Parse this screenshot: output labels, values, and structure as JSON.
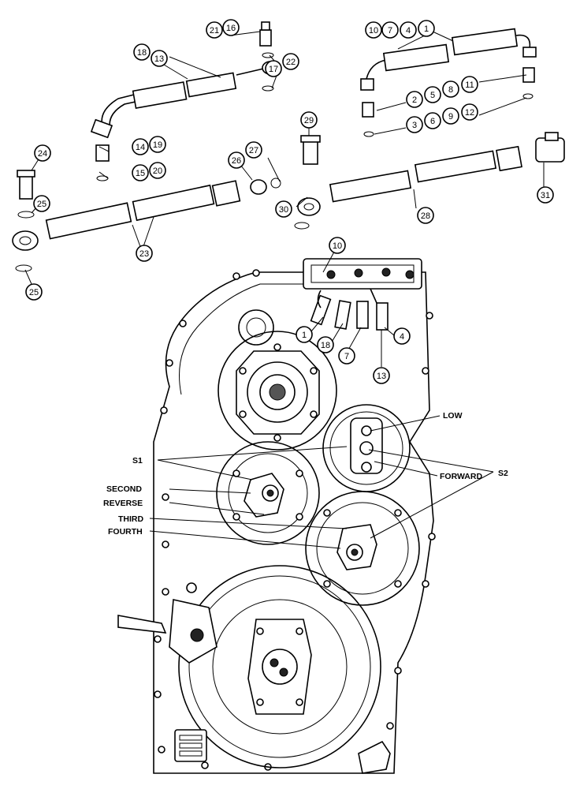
{
  "callouts": {
    "c21": "21",
    "c16": "16",
    "c18": "18",
    "c13": "13",
    "c17": "17",
    "c22": "22",
    "c10": "10",
    "c7": "7",
    "c4": "4",
    "c1": "1",
    "c2": "2",
    "c5": "5",
    "c8": "8",
    "c11": "11",
    "c3": "3",
    "c6": "6",
    "c9": "9",
    "c12": "12",
    "c29": "29",
    "c24": "24",
    "c14": "14",
    "c19": "19",
    "c15": "15",
    "c20": "20",
    "c26": "26",
    "c27": "27",
    "c31": "31",
    "c25a": "25",
    "c30": "30",
    "c28": "28",
    "c23": "23",
    "c25b": "25",
    "v10": "10",
    "v1": "1",
    "v18": "18",
    "v7": "7",
    "v13": "13",
    "v4": "4"
  },
  "labels": {
    "low": "LOW",
    "s1": "S1",
    "forward": "FORWARD",
    "s2": "S2",
    "second": "SECOND",
    "reverse": "REVERSE",
    "third": "THIRD",
    "fourth": "FOURTH"
  }
}
